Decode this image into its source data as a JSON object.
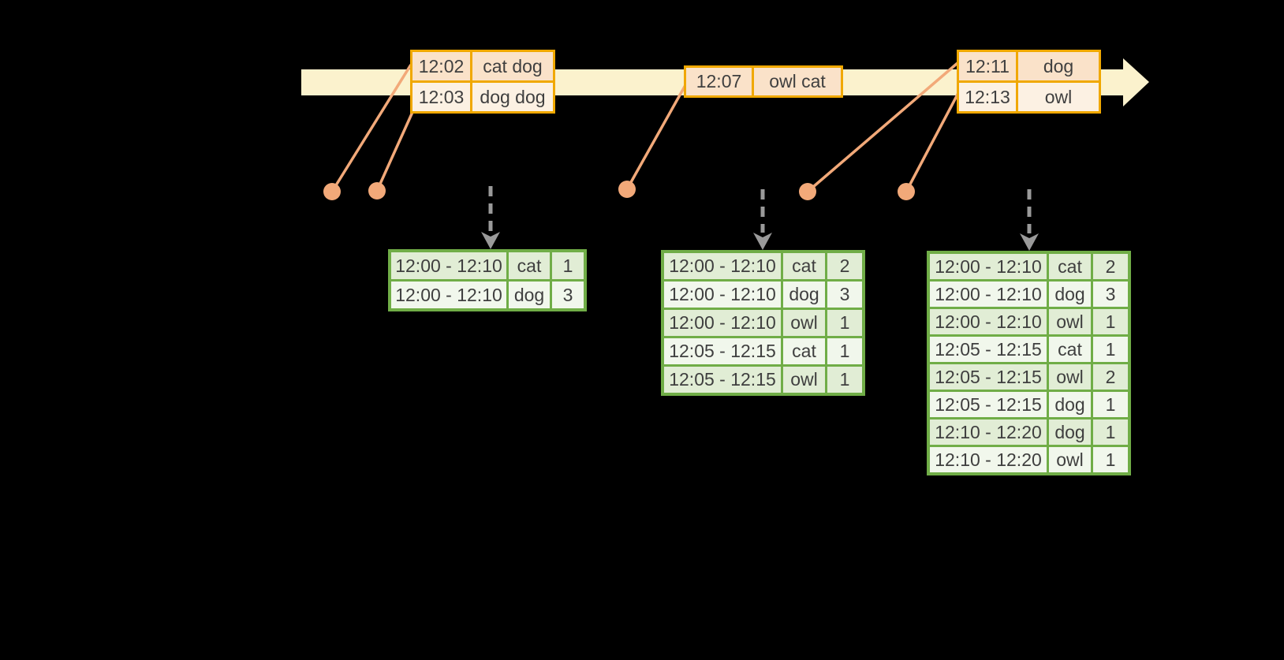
{
  "colors": {
    "canvas": "#000000",
    "gold": "#F0A800",
    "peach-dark": "#FAE2C9",
    "peach-light": "#FCF1E3",
    "green": "#70AD47",
    "green-row-dark": "#E1EDD5",
    "green-row-light": "#F1F7EC",
    "timeline-fill": "#FBF2CD",
    "connector": "#F2A979",
    "dashed-arrow": "#9A9A9A",
    "text": "#3F3F3F"
  },
  "icons": {
    "timeline": "right-arrow",
    "trigger": "dashed-down-arrow",
    "event_marker": "filled-circle"
  },
  "event_tables": [
    {
      "name": "events-batch-1",
      "rows": [
        [
          "12:02",
          "cat dog"
        ],
        [
          "12:03",
          "dog dog"
        ]
      ]
    },
    {
      "name": "events-batch-2",
      "rows": [
        [
          "12:07",
          "owl cat"
        ]
      ]
    },
    {
      "name": "events-batch-3",
      "rows": [
        [
          "12:11",
          "dog"
        ],
        [
          "12:13",
          "owl"
        ]
      ]
    }
  ],
  "result_tables": [
    {
      "name": "windowed-counts-1",
      "rows": [
        [
          "12:00 - 12:10",
          "cat",
          "1"
        ],
        [
          "12:00 - 12:10",
          "dog",
          "3"
        ]
      ]
    },
    {
      "name": "windowed-counts-2",
      "rows": [
        [
          "12:00 - 12:10",
          "cat",
          "2"
        ],
        [
          "12:00 - 12:10",
          "dog",
          "3"
        ],
        [
          "12:00 - 12:10",
          "owl",
          "1"
        ],
        [
          "12:05 - 12:15",
          "cat",
          "1"
        ],
        [
          "12:05 - 12:15",
          "owl",
          "1"
        ]
      ]
    },
    {
      "name": "windowed-counts-3",
      "rows": [
        [
          "12:00 - 12:10",
          "cat",
          "2"
        ],
        [
          "12:00 - 12:10",
          "dog",
          "3"
        ],
        [
          "12:00 - 12:10",
          "owl",
          "1"
        ],
        [
          "12:05 - 12:15",
          "cat",
          "1"
        ],
        [
          "12:05 - 12:15",
          "owl",
          "2"
        ],
        [
          "12:05 - 12:15",
          "dog",
          "1"
        ],
        [
          "12:10 - 12:20",
          "dog",
          "1"
        ],
        [
          "12:10 - 12:20",
          "owl",
          "1"
        ]
      ]
    }
  ]
}
